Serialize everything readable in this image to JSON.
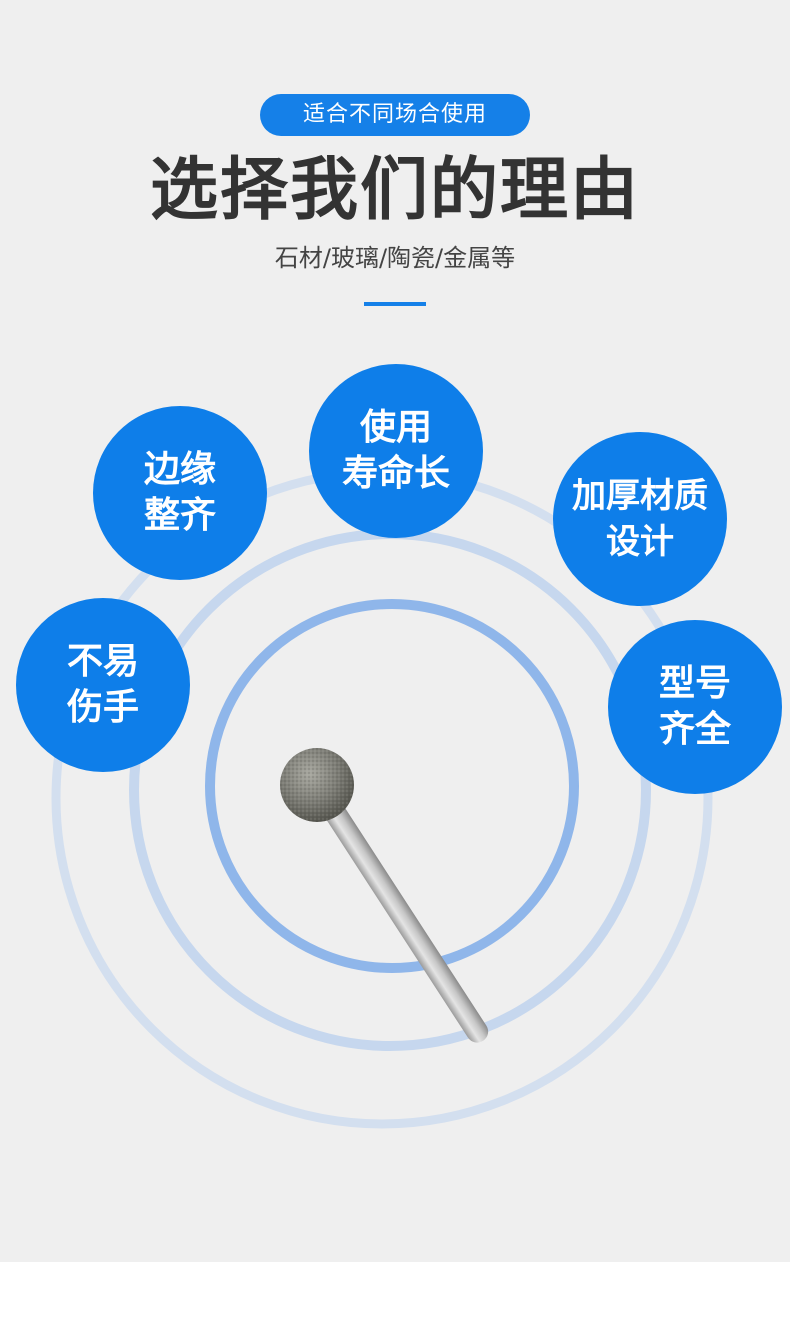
{
  "tag": "适合不同场合使用",
  "headline": "选择我们的理由",
  "subhead": "石材/玻璃/陶瓷/金属等",
  "colors": {
    "accent": "#1580e8",
    "bubble": "#0e7ee9",
    "background": "#efefef",
    "ring_inner": "#8fb6ea",
    "ring_outer": "#cfdcef"
  },
  "features": {
    "edge": [
      "边缘",
      "整齐"
    ],
    "life": [
      "使用",
      "寿命长"
    ],
    "thick": [
      "加厚材质",
      "设计"
    ],
    "safe": [
      "不易",
      "伤手"
    ],
    "models": [
      "型号",
      "齐全"
    ]
  },
  "product_image": "diamond-ball-burr-tool"
}
